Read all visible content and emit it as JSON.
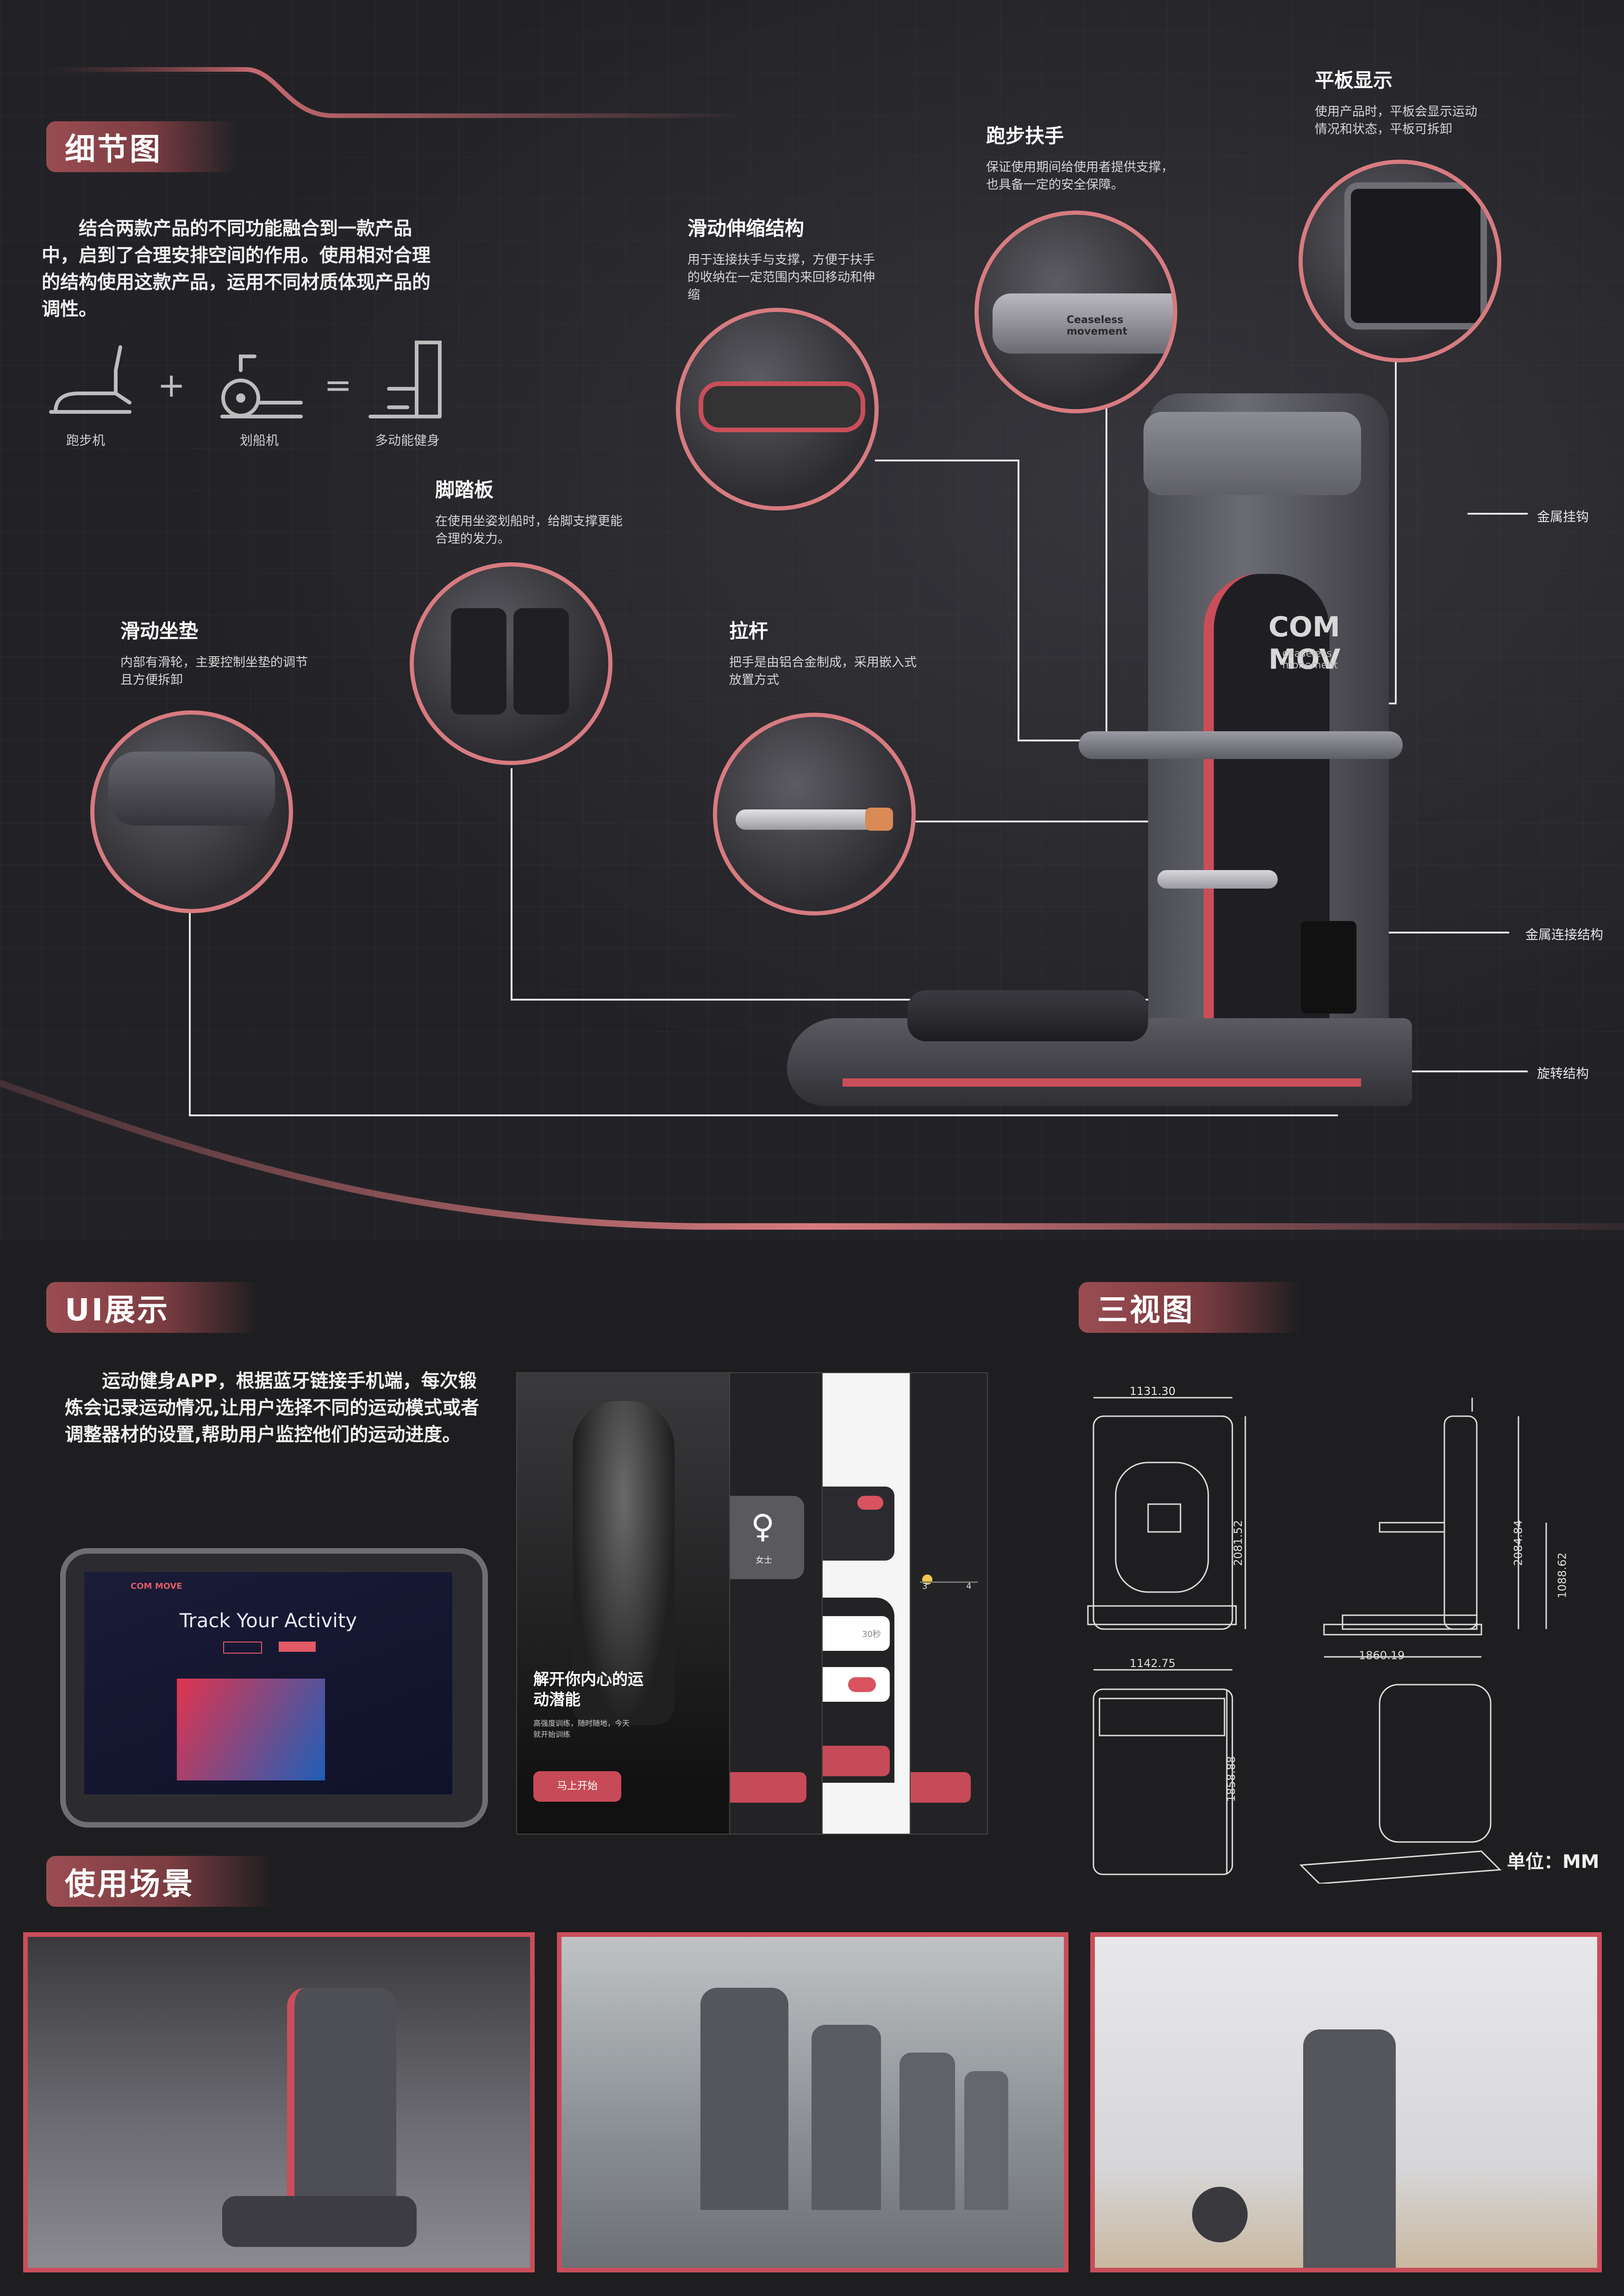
{
  "sections": {
    "detail": "细节图",
    "ui": "UI展示",
    "views": "三视图",
    "scenes": "使用场景"
  },
  "detail_intro": "结合两款产品的不同功能融合到一款产品中，启到了合理安排空间的作用。使用相对合理的结构使用这款产品，运用不同材质体现产品的调性。",
  "formula": {
    "plus": "+",
    "equals": "=",
    "items": [
      "跑步机",
      "划船机",
      "多动能健身"
    ]
  },
  "callouts": {
    "tablet": {
      "title": "平板显示",
      "desc": "使用产品时，平板会显示运动情况和状态，平板可拆卸"
    },
    "handrail": {
      "title": "跑步扶手",
      "desc": "保证使用期间给使用者提供支撑，也具备一定的安全保障。"
    },
    "slide": {
      "title": "滑动伸缩结构",
      "desc": "用于连接扶手与支撑，方便于扶手的收纳在一定范围内来回移动和伸缩"
    },
    "pedal": {
      "title": "脚踏板",
      "desc": "在使用坐姿划船时，给脚支撑更能合理的发力。"
    },
    "seat": {
      "title": "滑动坐垫",
      "desc": "内部有滑轮，主要控制坐垫的调节且方便拆卸"
    },
    "handle": {
      "title": "拉杆",
      "desc": "把手是由铝合金制成，采用嵌入式放置方式"
    }
  },
  "part_labels": {
    "hook": "金属挂钩",
    "joint": "金属连接结构",
    "rotate": "旋转结构"
  },
  "product": {
    "brand": "COM MOV",
    "slogan": "ceaseless monement",
    "rail_text": "Ceaseless movement"
  },
  "ui_intro": "运动健身APP，根据蓝牙链接手机端，每次锻炼会记录运动情况,让用户选择不同的运动模式或者调整器材的设置,帮助用户监控他们的运动进度。",
  "tablet_screen": {
    "logo": "COM MOVE",
    "headline": "Track Your Activity"
  },
  "phone_app": {
    "headline": "解开你内心的运动潜能",
    "sub": "高强度训练，随时随地，今天就开始训练",
    "button": "马上开始",
    "gender_label": "女士",
    "time_value": "30秒",
    "step_3": "3",
    "step_4": "4"
  },
  "dimensions": {
    "front_width": "1131.30",
    "front_height": "2081.52",
    "side_height": "2084.84",
    "side_mid": "1088.62",
    "side_length": "1860.19",
    "top_width": "1142.75",
    "top_height": "1858.88",
    "unit": "单位：MM"
  },
  "colors": {
    "accent": "#c94e5a",
    "ring": "#d77b80",
    "background": "#1e1e20"
  }
}
